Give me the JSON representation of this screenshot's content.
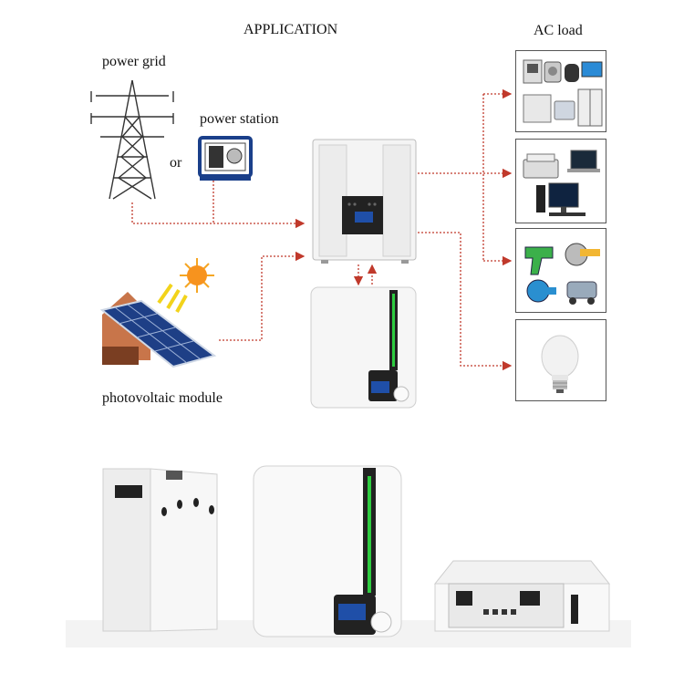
{
  "labels": {
    "application": "APPLICATION",
    "ac_load": "AC load",
    "power_grid": "power grid",
    "power_station": "power station",
    "or": "or",
    "pv_module": "photovoltaic module"
  },
  "colors": {
    "arrow": "#c0392b",
    "device_white": "#f4f4f4",
    "lcd_blue": "#1f4fa8",
    "led_green": "#2ecc40"
  },
  "ac_load_groups": [
    "household-appliances",
    "office-equipment",
    "power-tools",
    "lighting"
  ]
}
